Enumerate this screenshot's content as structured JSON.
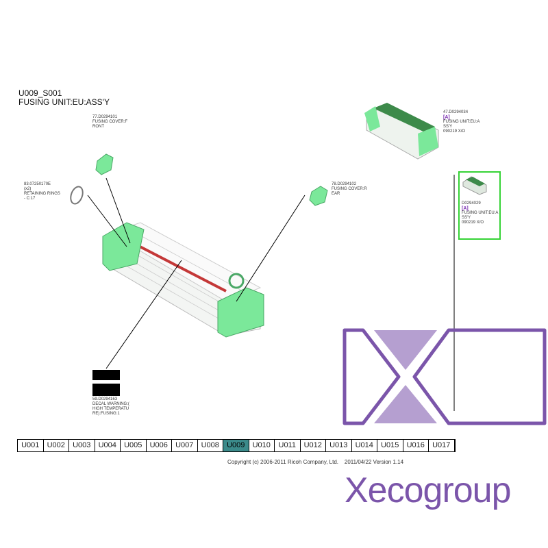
{
  "header": {
    "code": "U009_S001",
    "title": "FUSING UNIT:EU:ASS'Y"
  },
  "parts": [
    {
      "ref": "77.D0294101",
      "desc1": "FUSING COVER:F",
      "desc2": "RONT"
    },
    {
      "ref": "83.07250170E",
      "qty": "(x2)",
      "desc1": "RETAINING RINGS",
      "desc2": "- C:17"
    },
    {
      "ref": "78.D0294102",
      "desc1": "FUSING COVER:R",
      "desc2": "EAR"
    },
    {
      "ref": "59.D0294163",
      "desc1": "DECAL WARNING:(",
      "desc2": "HIGH TEMPERATU",
      "desc3": "RE):FUSING:1"
    }
  ],
  "assembly": {
    "ref": "47.D0294034",
    "tag": "[A]",
    "desc1": "FUSING UNIT:EU:A",
    "desc2": "SS'Y",
    "desc3": "090219 X/O"
  },
  "selected": {
    "ref": "D0294029",
    "tag": "[A]",
    "desc1": "FUSING UNIT:EU:A",
    "desc2": "SS'Y",
    "desc3": "090219 X/O"
  },
  "nav": {
    "tabs": [
      "U001",
      "U002",
      "U003",
      "U004",
      "U005",
      "U006",
      "U007",
      "U008",
      "U009",
      "U010",
      "U011",
      "U012",
      "U013",
      "U014",
      "U015",
      "U016",
      "U017"
    ],
    "active": "U009"
  },
  "footer": {
    "copyright": "Copyright (c) 2006-2011 Ricoh Company, Ltd.",
    "version": "2011/04/22 Version 1.14"
  },
  "watermark": {
    "text": "Xecogroup"
  },
  "colors": {
    "part_green": "#7be89a",
    "nav_active": "#3b8a8a",
    "watermark": "#7b55aa",
    "watermark_light": "#b59fd0",
    "highlight_border": "#35d335",
    "tag": "#7a2fb0"
  }
}
